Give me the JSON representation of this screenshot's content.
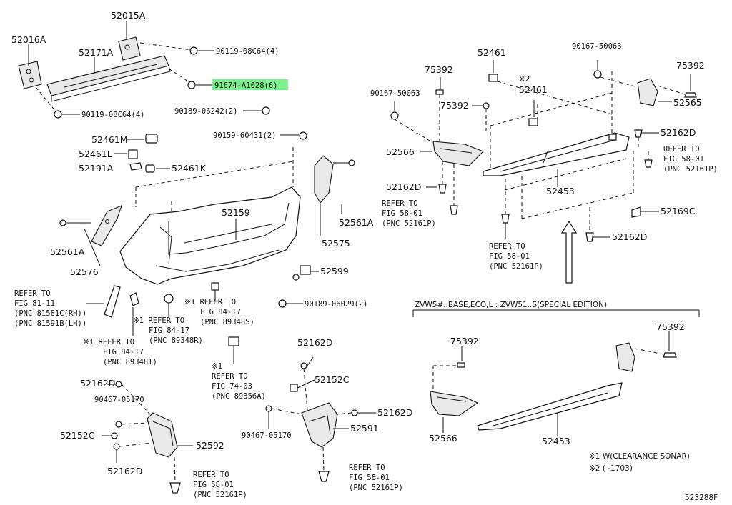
{
  "labels": {
    "p52016A": "52016A",
    "p52015A": "52015A",
    "p52171A": "52171A",
    "b1": "90119-08C64(4)",
    "hl": "91674-A1028(6)",
    "b2": "90119-08C64(4)",
    "b3": "90189-06242(2)",
    "b4": "90159-60431(2)",
    "p52461M": "52461M",
    "p52461L": "52461L",
    "p52191A": "52191A",
    "p52461K": "52461K",
    "p52159": "52159",
    "p52561Aa": "52561A",
    "p52561Ab": "52561A",
    "p52576": "52576",
    "p52575": "52575",
    "p52599": "52599",
    "b5": "90189-06029(2)",
    "ref81a": "REFER TO",
    "ref81b": "FIG 81-11",
    "ref81c": "(PNC 81581C(RH))",
    "ref81d": "(PNC 81591B(LH))",
    "r1a": "※1 REFER TO",
    "r1b": "FIG 84-17",
    "r1c": "(PNC 89348T)",
    "r2a": "※1 REFER TO",
    "r2b": "FIG 84-17",
    "r2c": "(PNC 89348R)",
    "r3a": "※1 REFER TO",
    "r3b": "FIG 84-17",
    "r3c": "(PNC 89348S)",
    "r4a": "※1",
    "r4b": "REFER TO",
    "r4c": "FIG 74-03",
    "r4d": "(PNC 89356A)",
    "p52162Da": "52162D",
    "p52162Db": "52162D",
    "p52162Dc": "52162D",
    "p52162Dd": "52162D",
    "p52152Ca": "52152C",
    "p52152Cb": "52152C",
    "b6": "90467-05170",
    "b7": "90467-05170",
    "p52592": "52592",
    "p52591": "52591",
    "rf1a": "REFER TO",
    "rf1b": "FIG 58-01",
    "rf1c": "(PNC 52161P)",
    "rf2a": "REFER TO",
    "rf2b": "FIG 58-01",
    "rf2c": "(PNC 52161P)",
    "p52461a": "52461",
    "p75392a": "75392",
    "b8": "90167-50063",
    "b9": "90167-50063",
    "x2": "※2",
    "p52461b": "52461",
    "p75392b": "75392",
    "p75392c": "75392",
    "p52565": "52565",
    "p52162De": "52162D",
    "p52566a": "52566",
    "p52162Df": "52162D",
    "rf3a": "REFER TO",
    "rf3b": "FIG 58-01",
    "rf3c": "(PNC 52161P)",
    "rf4a": "REFER TO",
    "rf4b": "FIG 58-01",
    "rf4c": "(PNC 52161P)",
    "rf5a": "REFER TO",
    "rf5b": "FIG 58-01",
    "rf5c": "(PNC 52161P)",
    "p52453a": "52453",
    "p52169C": "52169C",
    "p52162Dg": "52162D",
    "section": "ZVW5#..BASE,ECO,L : ZVW51..S(SPECIAL EDITION)",
    "p75392d": "75392",
    "p75392e": "75392",
    "p52566b": "52566",
    "p52453b": "52453",
    "note1": "※1 W(CLEARANCE SONAR)",
    "note2": "※2 (   -1703)",
    "code": "523288F"
  }
}
